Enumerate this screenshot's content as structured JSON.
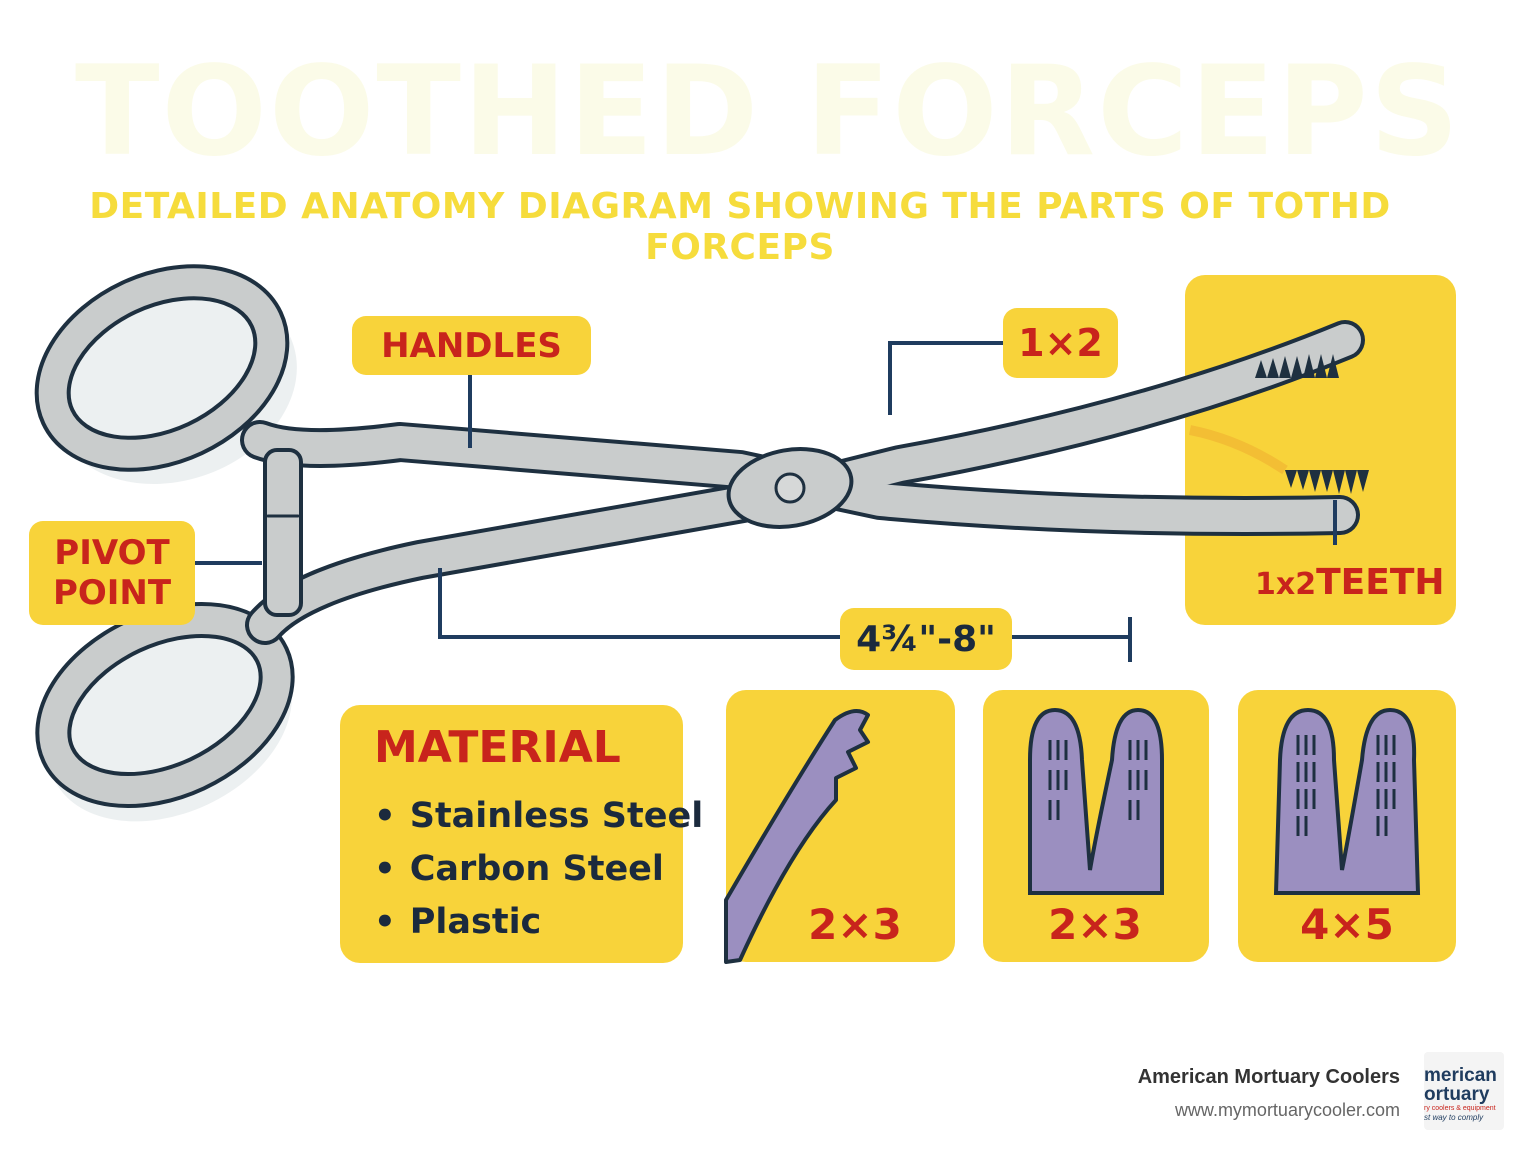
{
  "header": {
    "title": "TOOTHED FORCEPS",
    "subtitle": "DETAILED ANATOMY DIAGRAM SHOWING THE PARTS OF TOTHD FORCEPS"
  },
  "labels": {
    "handles": "HANDLES",
    "pivot_line1": "PIVOT",
    "pivot_line2": "POINT",
    "tooth_count": "1×2",
    "length": "4¾\"-8\"",
    "teeth_prefix": "1x2",
    "teeth_word": "TEETH"
  },
  "material": {
    "title": "MATERIAL",
    "items": [
      "Stainless Steel",
      "Carbon Steel",
      "Plastic"
    ]
  },
  "tips": [
    {
      "label": "2×3"
    },
    {
      "label": "2×3"
    },
    {
      "label": "4×5"
    }
  ],
  "footer": {
    "brand": "American Mortuary Coolers",
    "url": "www.mymortuarycooler.com",
    "logo_line1": "merican",
    "logo_line2": "ortuary",
    "logo_line3": "ry coolers & equipment",
    "logo_line4": "st way to comply"
  },
  "colors": {
    "accent_yellow": "#f8d33a",
    "label_red": "#c8241c",
    "line_navy": "#1f3c5f",
    "steel": "#c9cccc",
    "outline": "#1e3040",
    "tip_purple": "#9b8fc0"
  }
}
